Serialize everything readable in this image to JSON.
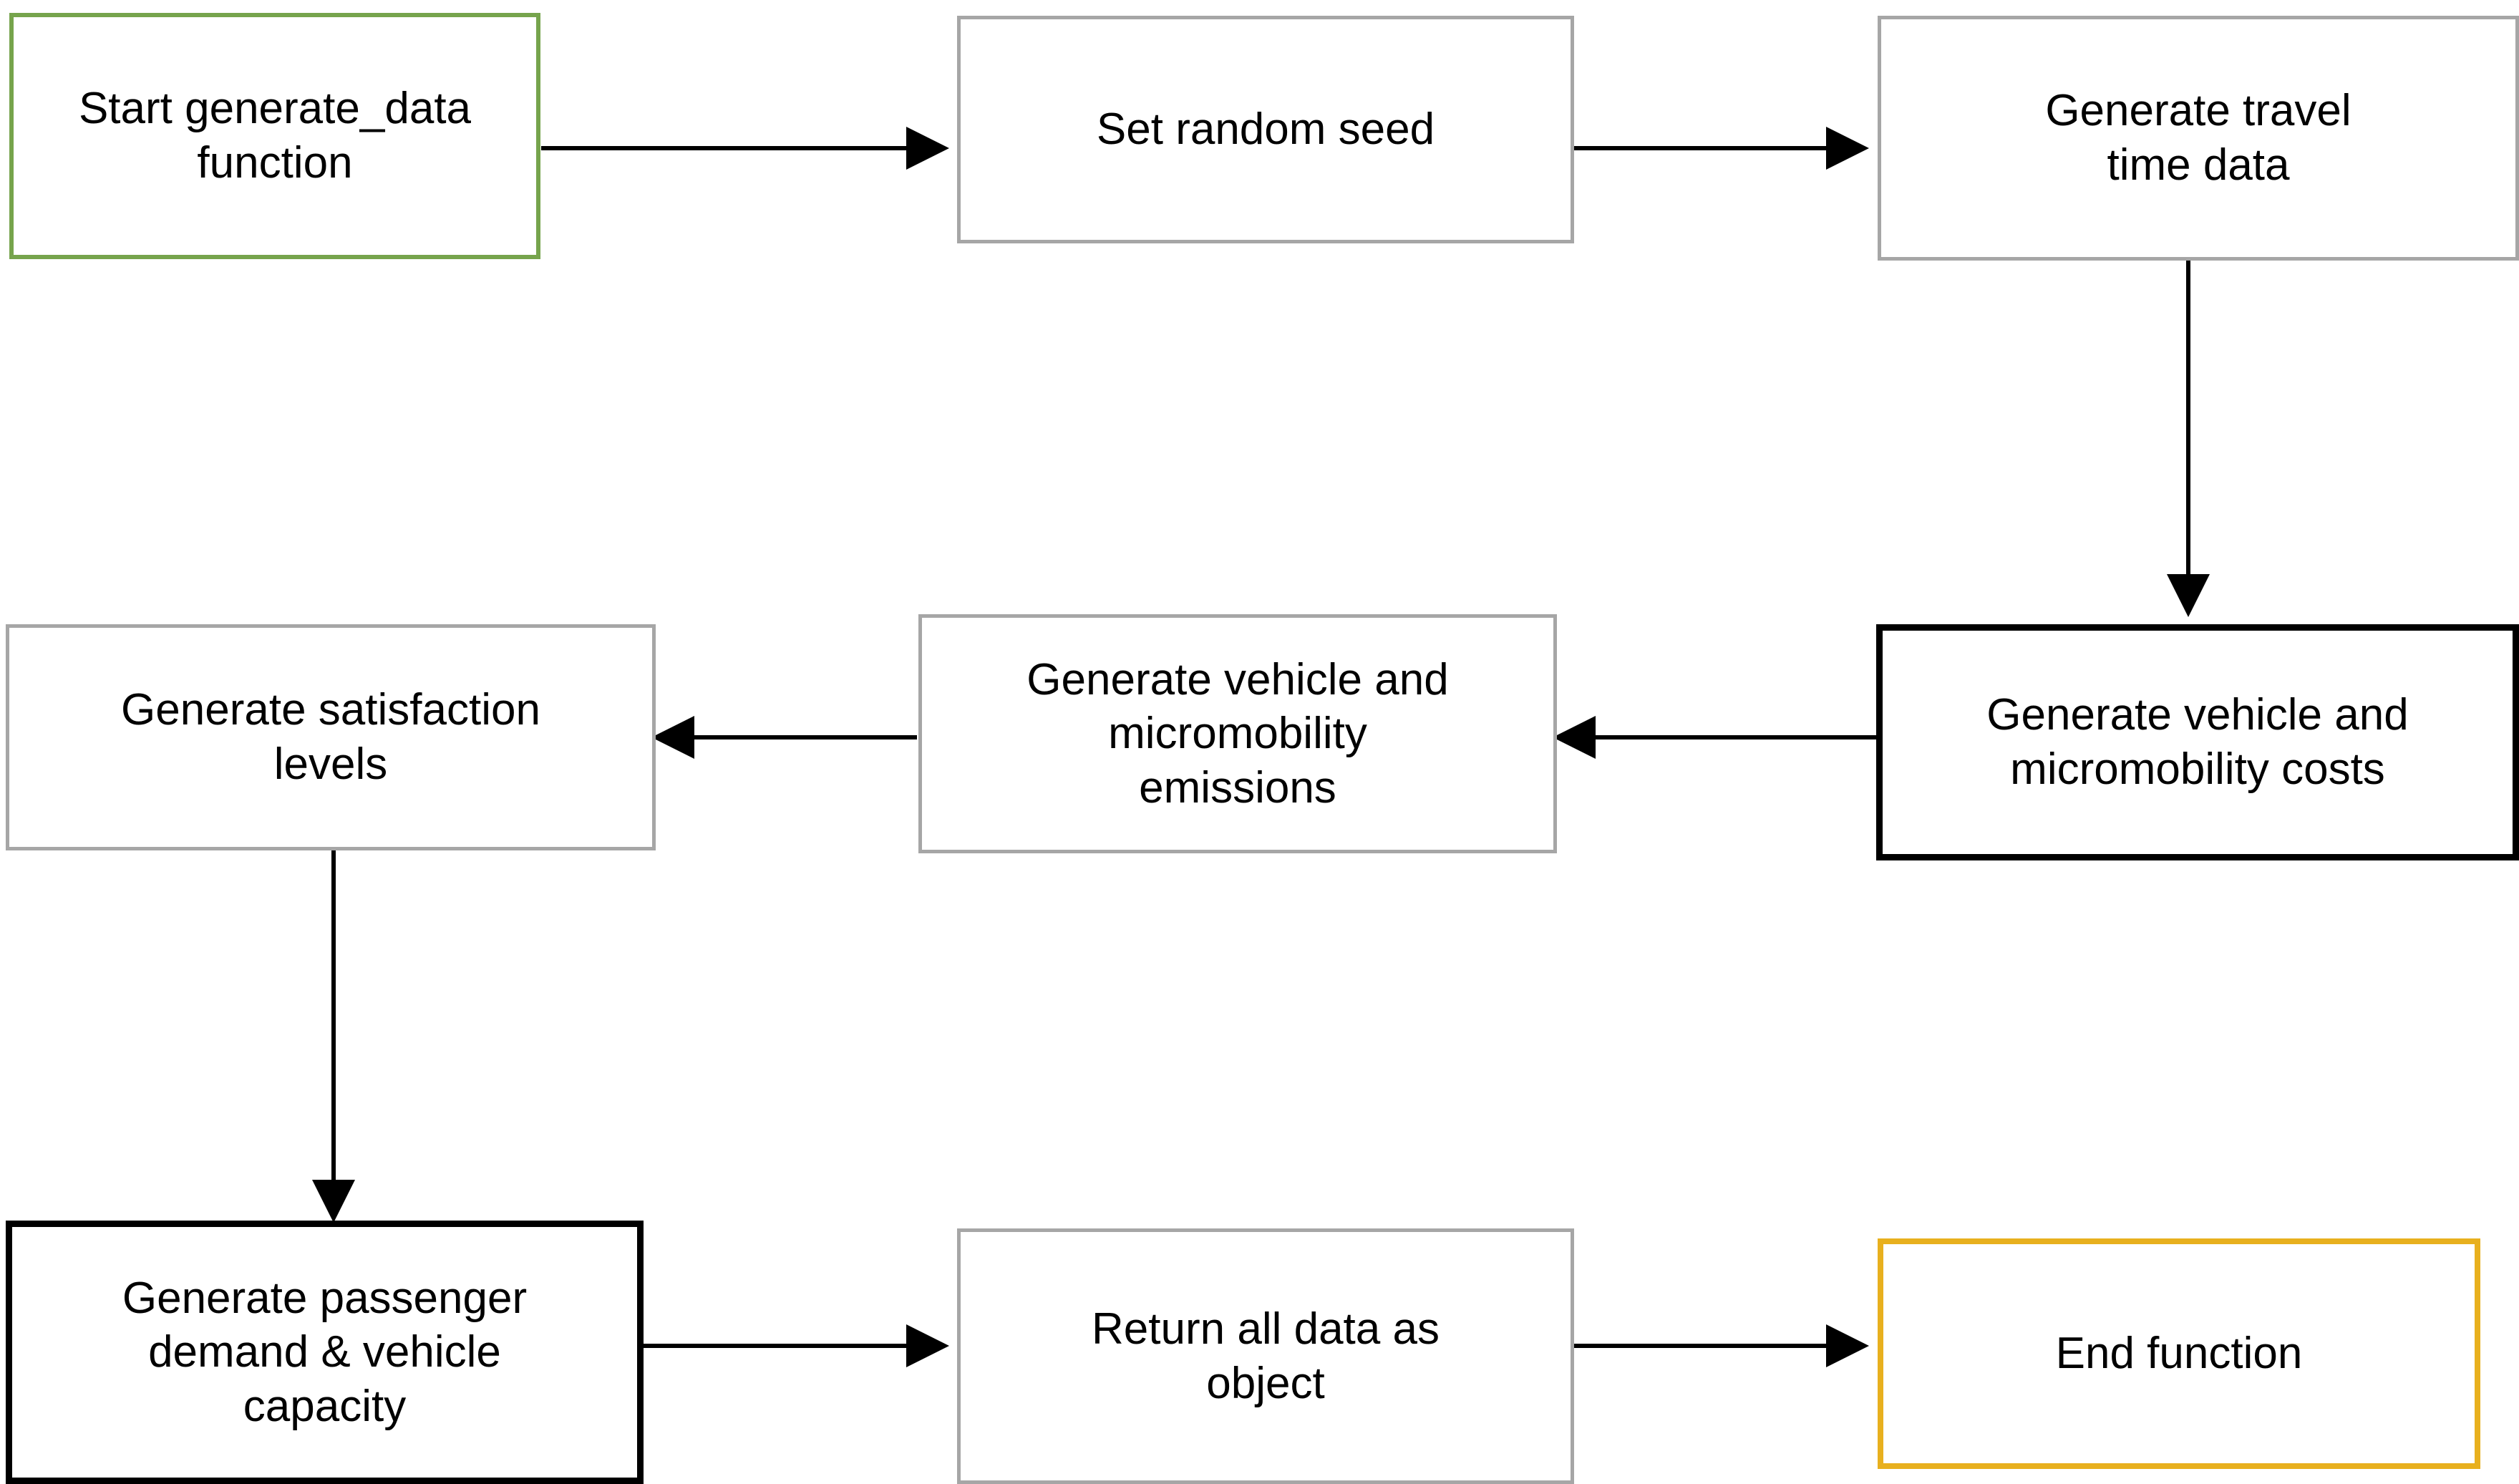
{
  "diagram": {
    "type": "flowchart",
    "title": "generate_data function flowchart",
    "colors": {
      "start_border": "#76a44c",
      "end_border": "#e8b01e",
      "default_border": "#a6a6a6",
      "highlight_border": "#000000",
      "edge": "#000000",
      "background": "#ffffff"
    },
    "nodes": [
      {
        "id": "start",
        "label": "Start generate_data\nfunction",
        "style": "green-border",
        "row": 1,
        "column": 1
      },
      {
        "id": "seed",
        "label": "Set random seed",
        "style": "gray-border",
        "row": 1,
        "column": 2
      },
      {
        "id": "travel_time",
        "label": "Generate travel\ntime data",
        "style": "gray-border",
        "row": 1,
        "column": 3
      },
      {
        "id": "satisfaction",
        "label": "Generate satisfaction\nlevels",
        "style": "gray-border",
        "row": 2,
        "column": 1
      },
      {
        "id": "emissions",
        "label": "Generate vehicle and\nmicromobility\nemissions",
        "style": "gray-border",
        "row": 2,
        "column": 2
      },
      {
        "id": "costs",
        "label": "Generate vehicle and\nmicromobility costs",
        "style": "black-border",
        "row": 2,
        "column": 3
      },
      {
        "id": "demand",
        "label": "Generate passenger\ndemand & vehicle\ncapacity",
        "style": "black-border",
        "row": 3,
        "column": 1
      },
      {
        "id": "return",
        "label": "Return all data as\nobject",
        "style": "gray-border",
        "row": 3,
        "column": 2
      },
      {
        "id": "end",
        "label": "End function",
        "style": "orange-border",
        "row": 3,
        "column": 3
      }
    ],
    "edges": [
      {
        "from": "start",
        "to": "seed",
        "direction": "right"
      },
      {
        "from": "seed",
        "to": "travel_time",
        "direction": "right"
      },
      {
        "from": "travel_time",
        "to": "costs",
        "direction": "down"
      },
      {
        "from": "costs",
        "to": "emissions",
        "direction": "left"
      },
      {
        "from": "emissions",
        "to": "satisfaction",
        "direction": "left"
      },
      {
        "from": "satisfaction",
        "to": "demand",
        "direction": "down"
      },
      {
        "from": "demand",
        "to": "return",
        "direction": "right"
      },
      {
        "from": "return",
        "to": "end",
        "direction": "right"
      }
    ]
  }
}
